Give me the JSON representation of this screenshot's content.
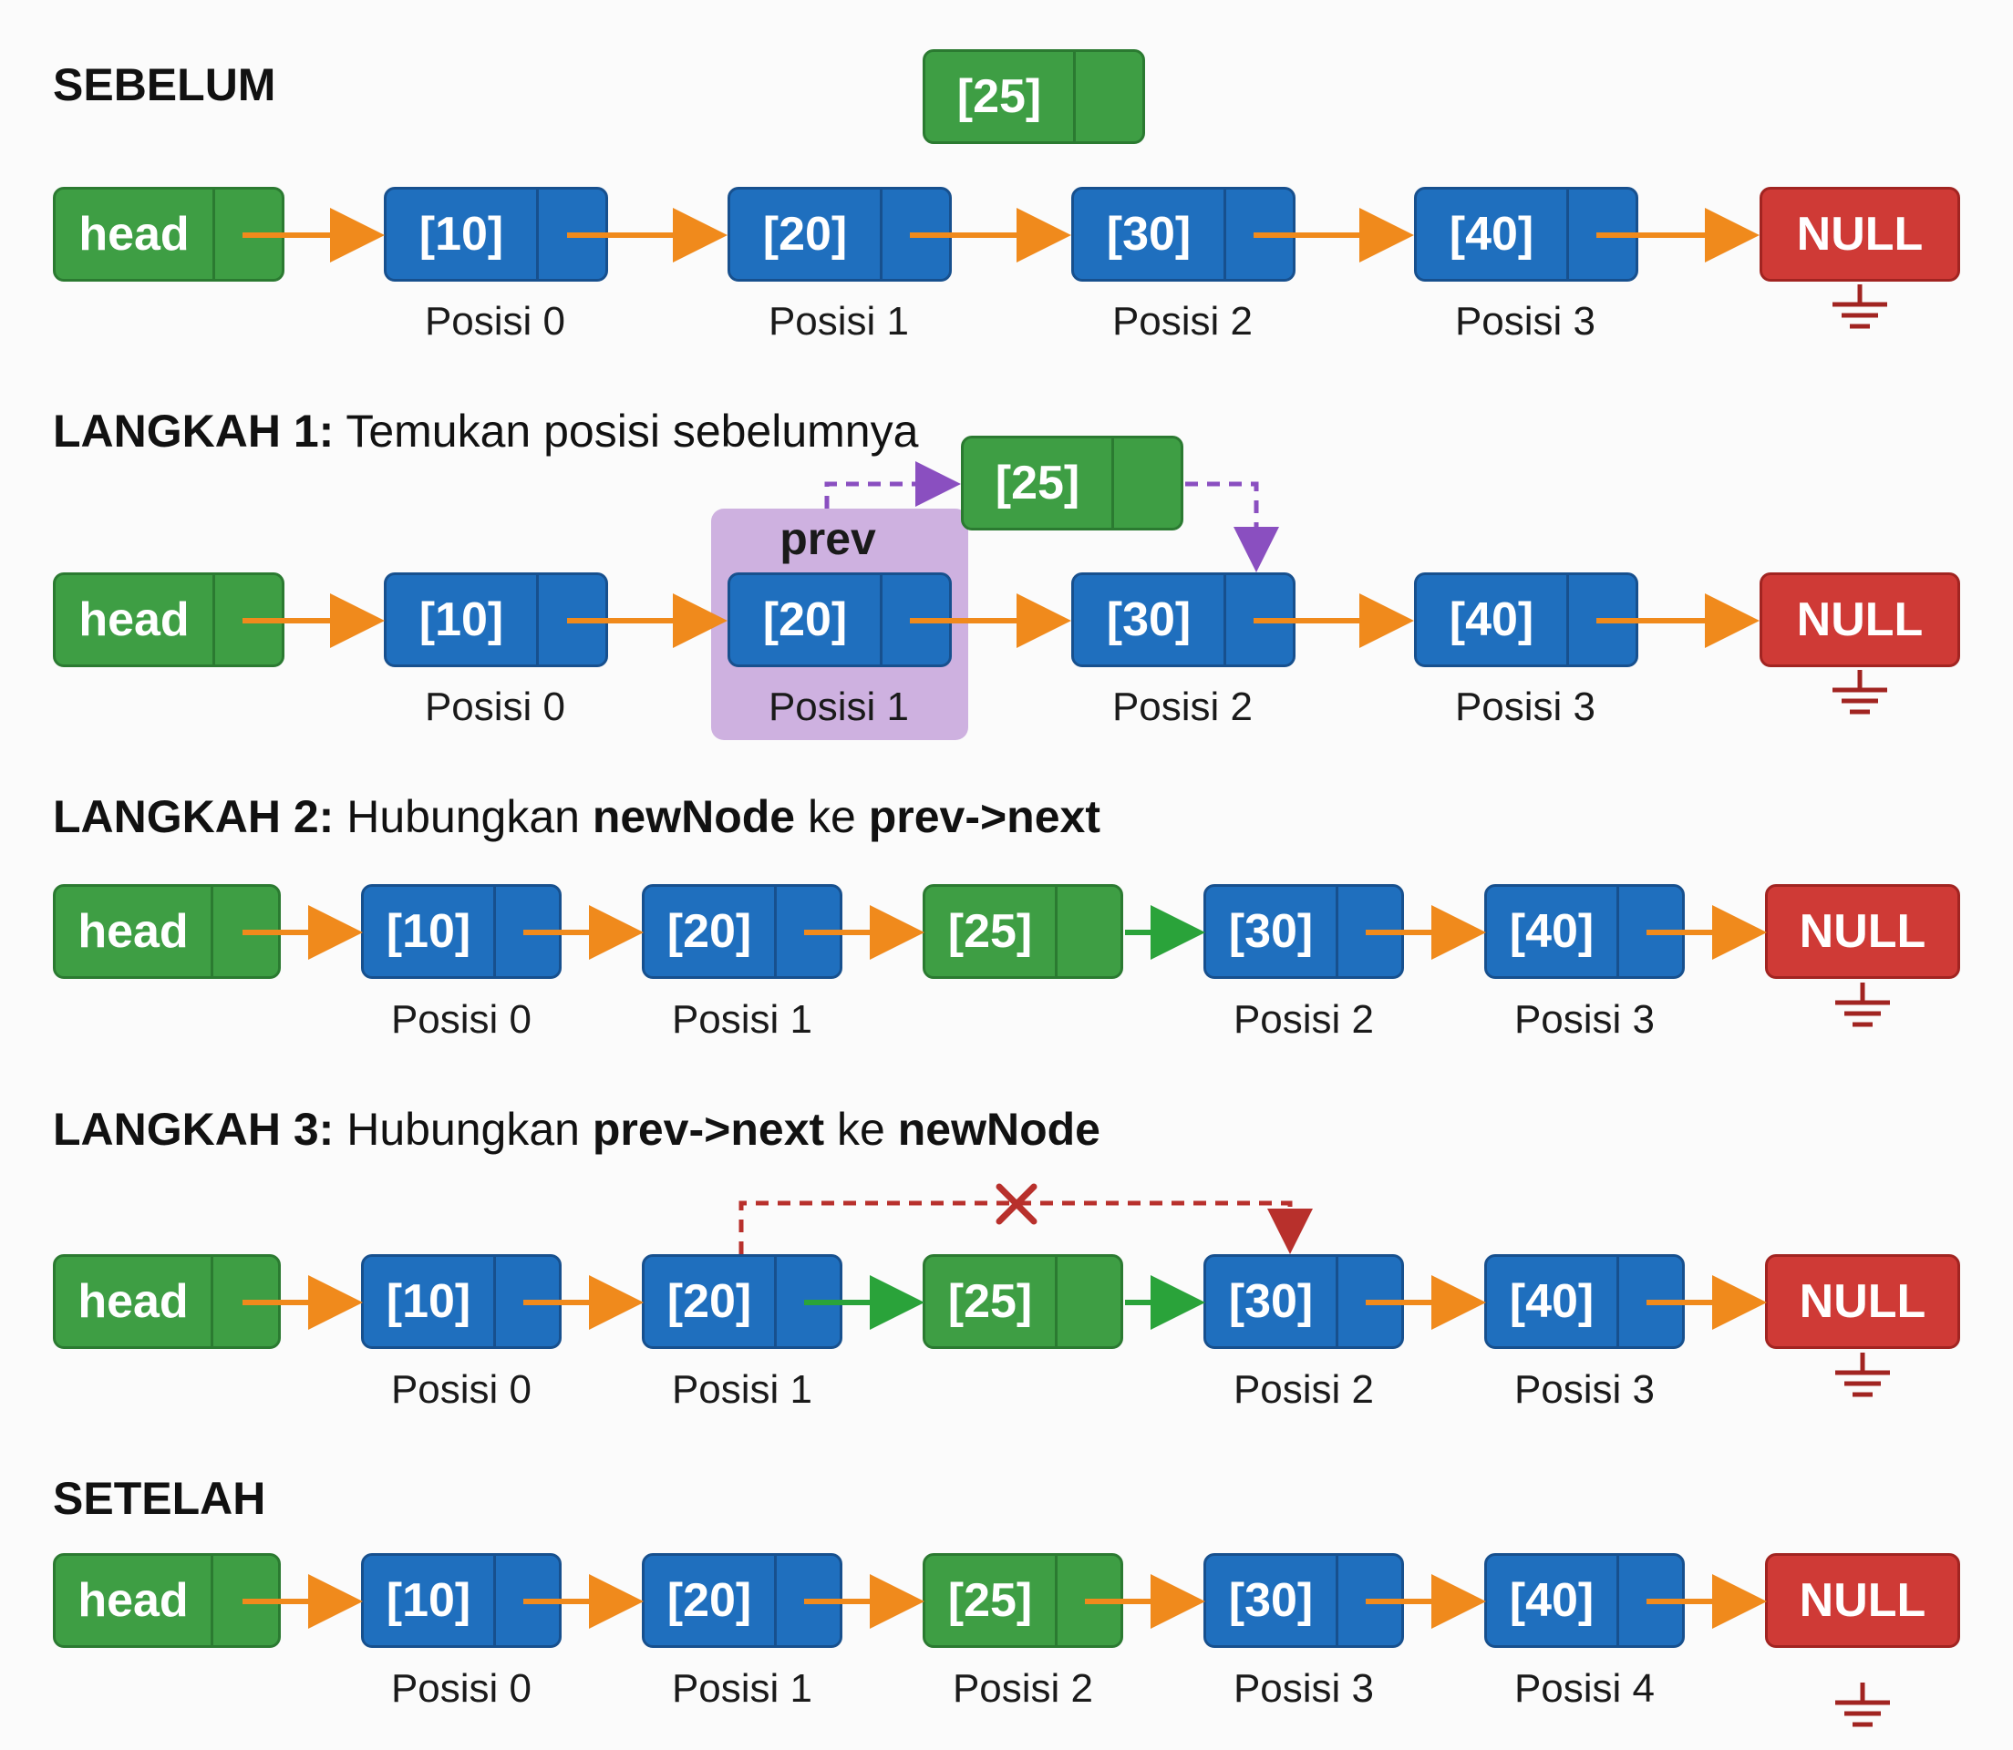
{
  "sections": {
    "sebelum": {
      "title": "SEBELUM"
    },
    "langkah1": {
      "title_bold": "LANGKAH 1:",
      "title_rest": " Temukan posisi sebelumnya",
      "prev_label": "prev"
    },
    "langkah2": {
      "title_bold": "LANGKAH 2:",
      "t1": " Hubungkan ",
      "t2": "newNode",
      "t3": " ke ",
      "t4": "prev->next"
    },
    "langkah3": {
      "title_bold": "LANGKAH 3:",
      "t1": " Hubungkan ",
      "t2": "prev->next",
      "t3": " ke ",
      "t4": "newNode"
    },
    "setelah": {
      "title": "SETELAH"
    }
  },
  "labels": {
    "head": "head",
    "null": "NULL",
    "n10": "[10]",
    "n20": "[20]",
    "n25": "[25]",
    "n30": "[30]",
    "n40": "[40]",
    "p0": "Posisi 0",
    "p1": "Posisi 1",
    "p2": "Posisi 2",
    "p3": "Posisi 3",
    "p4": "Posisi 4"
  },
  "colors": {
    "node_blue": "#1f6fbe",
    "node_green": "#3e9e44",
    "null_red": "#cf3a36",
    "arrow_orange": "#f08a1c",
    "arrow_green": "#2aa33a",
    "dashed_purple": "#8a4fc0",
    "dashed_red": "#b8302c",
    "ground_red": "#a12421",
    "prev_highlight": "#c9a8dd"
  },
  "icons": {
    "ground": "ground-icon",
    "cross": "cross-icon"
  }
}
